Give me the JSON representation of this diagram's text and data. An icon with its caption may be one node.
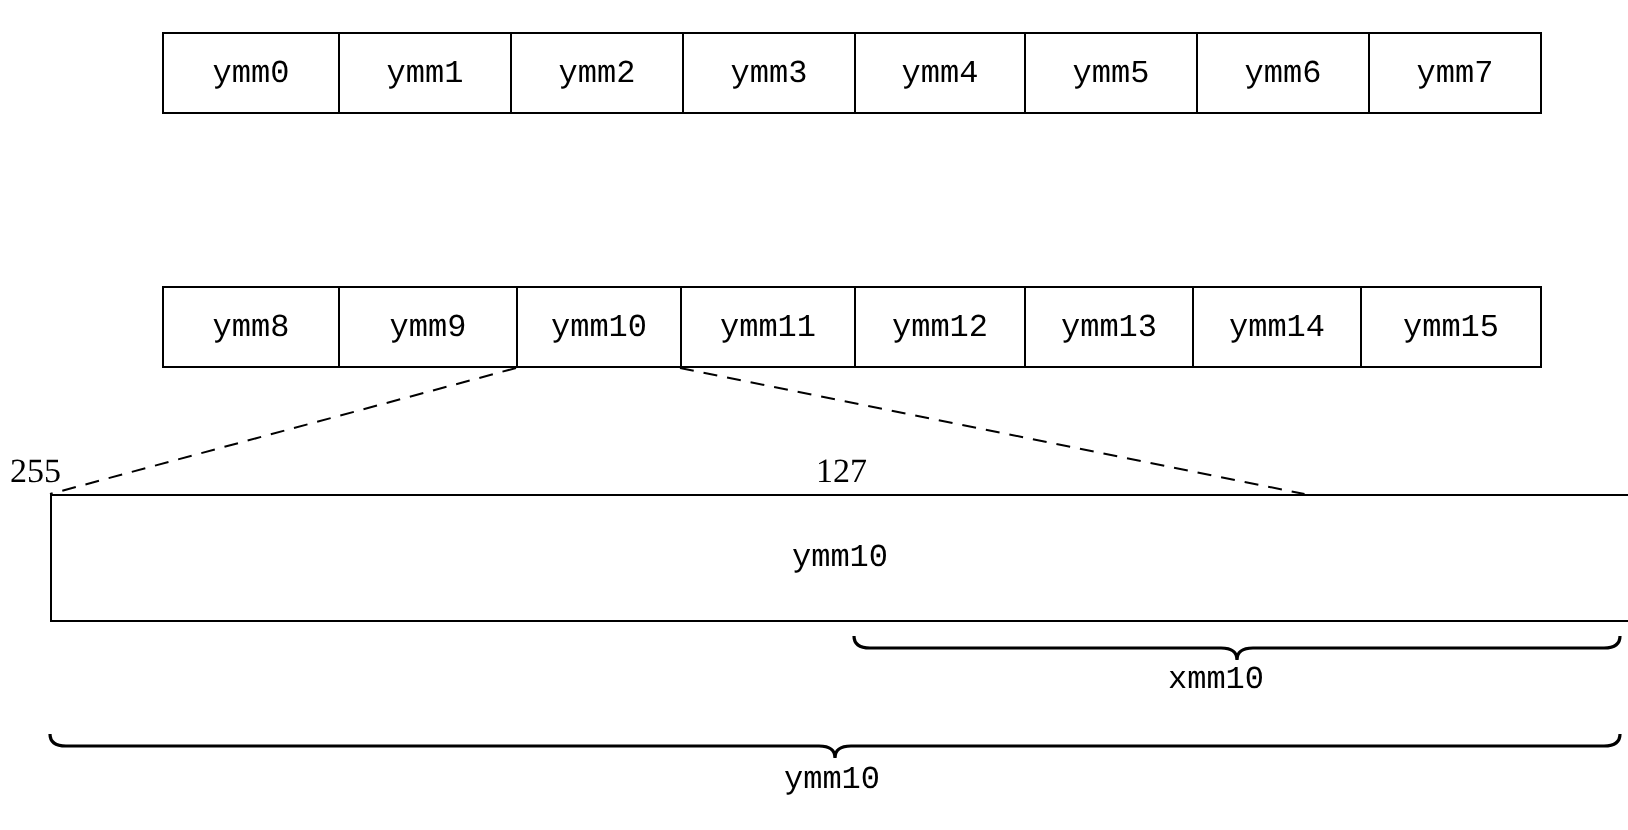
{
  "diagram": {
    "nodes": [
      {
        "text": [
          "ymm0"
        ]
      },
      {
        "text": [
          "ymm1"
        ]
      },
      {
        "text": [
          "ymm2"
        ]
      },
      {
        "text": [
          "ymm3"
        ]
      },
      {
        "text": [
          "ymm4"
        ]
      },
      {
        "text": [
          "ymm5"
        ]
      },
      {
        "text": [
          "ymm6"
        ]
      },
      {
        "text": [
          "ymm7"
        ]
      },
      {
        "text": [
          "ymm8"
        ]
      },
      {
        "text": [
          "ymm9"
        ]
      },
      {
        "text": [
          "ymm10"
        ]
      },
      {
        "text": [
          "ymm11"
        ]
      },
      {
        "text": [
          "ymm12"
        ]
      },
      {
        "text": [
          "ymm13"
        ]
      },
      {
        "text": [
          "ymm14"
        ]
      },
      {
        "text": [
          "ymm15"
        ]
      },
      {
        "text": [
          "ymm10"
        ]
      }
    ],
    "edges": [
      {
        "from": 10,
        "to": 16,
        "arrow": "none",
        "style": "dashed"
      },
      {
        "from": 10,
        "to": 16,
        "arrow": "none",
        "style": "dashed"
      }
    ],
    "labels": [
      "255",
      "127",
      "xmm10",
      "ymm10"
    ]
  }
}
